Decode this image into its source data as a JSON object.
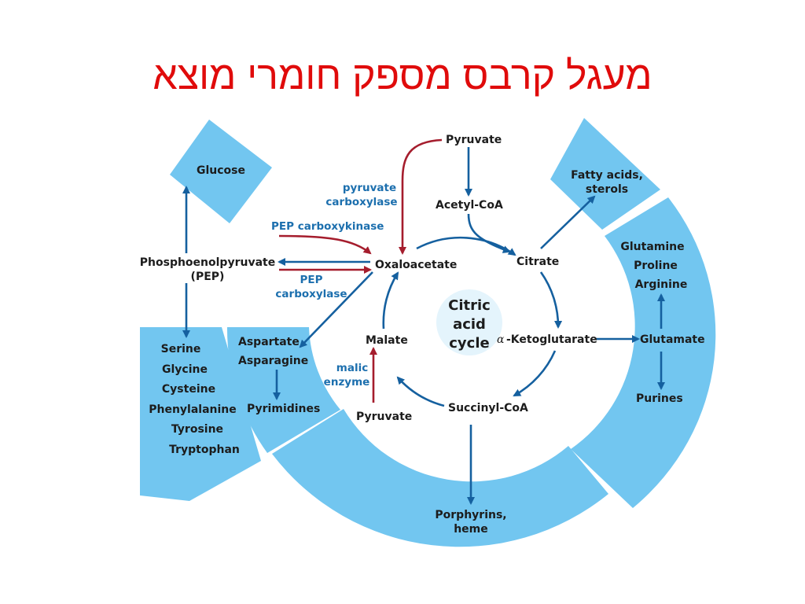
{
  "slide": {
    "title": "מעגל קרבס מספק חומרי מוצא"
  },
  "diagram": {
    "center_label": [
      "Citric",
      "acid",
      "cycle"
    ],
    "cycle_nodes": {
      "oxaloacetate": "Oxaloacetate",
      "citrate": "Citrate",
      "ketoglutarate": "-Ketoglutarate",
      "ketoglutarate_prefix": "α",
      "succinyl_coa": "Succinyl-CoA",
      "malate": "Malate"
    },
    "inputs": {
      "pyruvate_top": "Pyruvate",
      "acetyl_coa": "Acetyl-CoA",
      "pyruvate_bottom": "Pyruvate",
      "pep": [
        "Phosphoenolpyruvate",
        "(PEP)"
      ]
    },
    "enzymes": {
      "pyruvate_carboxylase": [
        "pyruvate",
        "carboxylase"
      ],
      "pep_carboxykinase": "PEP carboxykinase",
      "pep_carboxylase": [
        "PEP",
        "carboxylase"
      ],
      "malic_enzyme": [
        "malic",
        "enzyme"
      ]
    },
    "products": {
      "glucose": "Glucose",
      "fatty_acids": [
        "Fatty acids,",
        "sterols"
      ],
      "amino_group_right": [
        "Glutamine",
        "Proline",
        "Arginine"
      ],
      "glutamate": "Glutamate",
      "purines": "Purines",
      "amino_group_left": [
        "Serine",
        "Glycine",
        "Cysteine",
        "Phenylalanine",
        "Tyrosine",
        "Tryptophan"
      ],
      "aspartate_group": [
        "Aspartate",
        "Asparagine"
      ],
      "pyrimidines": "Pyrimidines",
      "porphyrins": [
        "Porphyrins,",
        "heme"
      ]
    },
    "colors": {
      "title": "#e00b0b",
      "region_fill": "#72c6f0",
      "pathway_arrow": "#15609f",
      "anaplerotic_arrow": "#a51d2d",
      "enzyme_text": "#1c6fae"
    }
  }
}
